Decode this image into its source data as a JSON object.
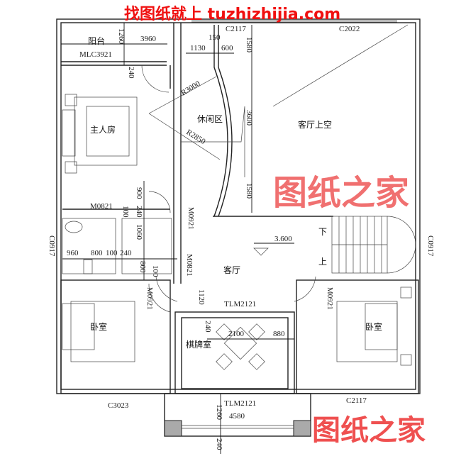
{
  "watermarks": {
    "top": "找图纸就上 tuzhizhijia.com",
    "bottom_right": "图纸之家",
    "center": "图纸之家",
    "color": "#f01010"
  },
  "rooms": {
    "balcony": "阳台",
    "master_bedroom": "主人房",
    "leisure_area": "休闲区",
    "living_void": "客厅上空",
    "living_room": "客厅",
    "bedroom_left": "卧室",
    "bedroom_right": "卧室",
    "mahjong_room": "棋牌室",
    "stair_down": "下",
    "stair_up": "上"
  },
  "openings": {
    "top_window_1": "C2117",
    "top_window_2": "C2022",
    "balcony_door": "MLC3921",
    "bath_door": "M0821",
    "master_door": "M0921",
    "closet_door": "M0821",
    "left_window": "C0917",
    "right_window": "C0917",
    "left_bed_door": "M0921",
    "right_bed_door": "M0921",
    "mahjong_door_top": "TLM2121",
    "mahjong_door_bottom": "TLM2121",
    "left_bed_window": "C3023",
    "right_bed_window": "C2117"
  },
  "dimensions": {
    "balcony_width": "3960",
    "balcony_depth": "1260",
    "wall_240_a": "240",
    "d1130": "1130",
    "d150": "150",
    "d600": "600",
    "d1580_top": "1580",
    "d3600": "3600",
    "d1580_bottom": "1580",
    "radius_outer": "R3000",
    "radius_inner": "R2850",
    "d900": "900",
    "d100_a": "100",
    "d240_b": "240",
    "d1060": "1060",
    "d960": "960",
    "d800_h": "800",
    "d100_h": "100",
    "d240_h": "240",
    "d800_v": "800",
    "d100_v": "100",
    "elevation": "3.600",
    "d1120": "1120",
    "d240_mahjong": "240",
    "d2100": "2100",
    "d880": "880",
    "d4580": "4580",
    "d1260_bottom": "1260",
    "d240_bottom": "240"
  }
}
